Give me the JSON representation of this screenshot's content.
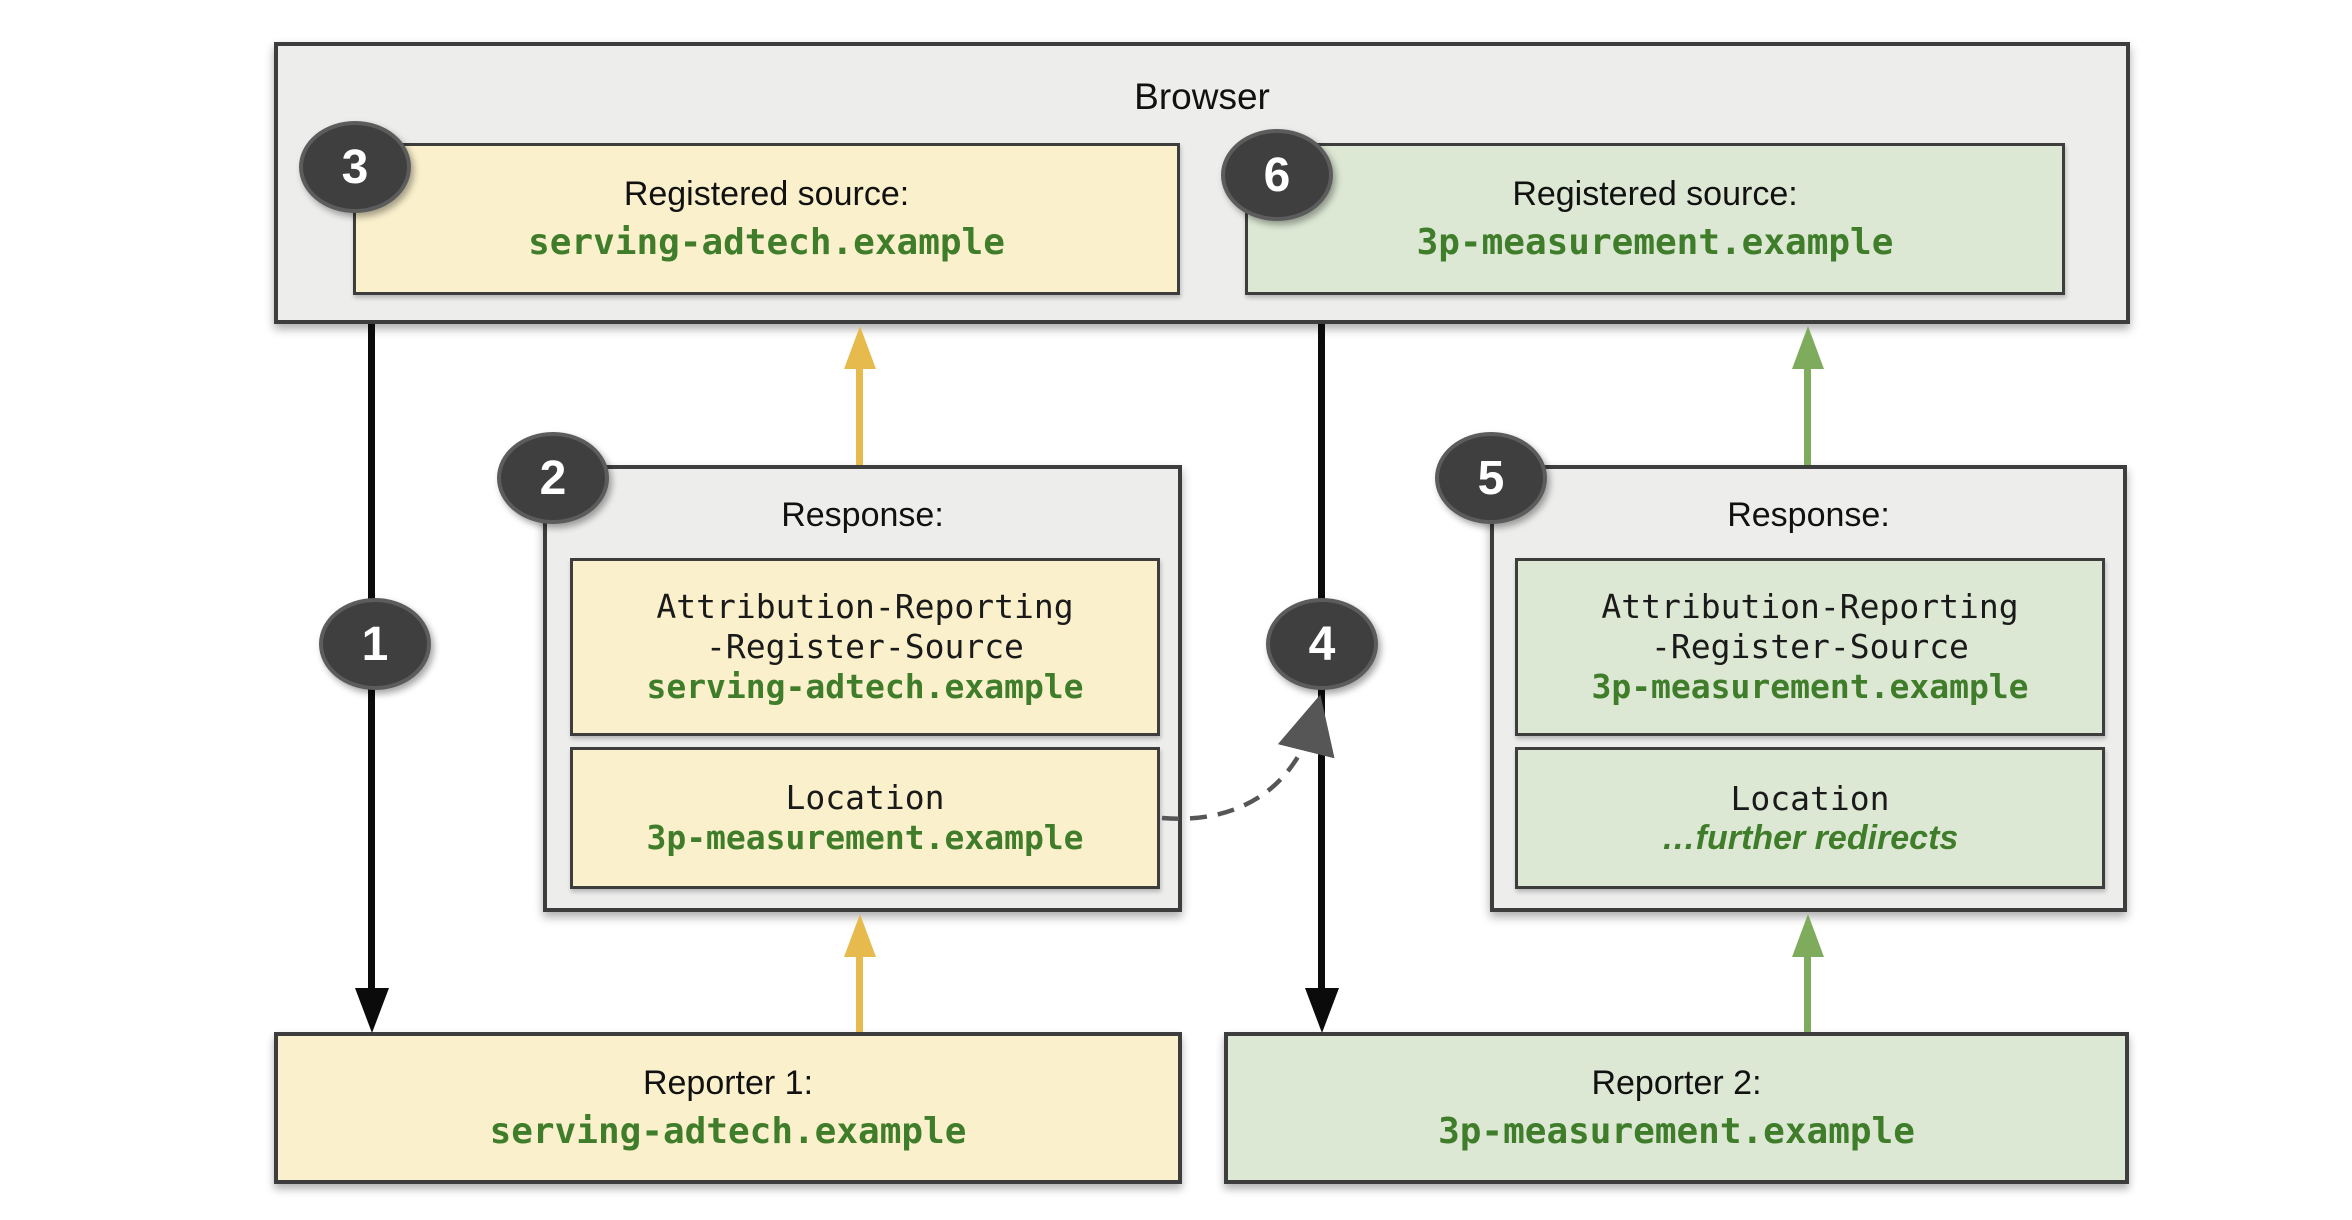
{
  "browser": {
    "title": "Browser"
  },
  "sources": [
    {
      "badge": "3",
      "label": "Registered source:",
      "value": "serving-adtech.example"
    },
    {
      "badge": "6",
      "label": "Registered source:",
      "value": "3p-measurement.example"
    }
  ],
  "steps": {
    "one": "1",
    "four": "4"
  },
  "responses": [
    {
      "badge": "2",
      "title": "Response:",
      "header_line1": "Attribution-Reporting",
      "header_line2": "-Register-Source",
      "header_value": "serving-adtech.example",
      "location_label": "Location",
      "location_value": "3p-measurement.example"
    },
    {
      "badge": "5",
      "title": "Response:",
      "header_line1": "Attribution-Reporting",
      "header_line2": "-Register-Source",
      "header_value": "3p-measurement.example",
      "location_label": "Location",
      "location_value": "…further redirects"
    }
  ],
  "reporters": [
    {
      "label": "Reporter 1:",
      "value": "serving-adtech.example"
    },
    {
      "label": "Reporter 2:",
      "value": "3p-measurement.example"
    }
  ],
  "colors": {
    "yellow_fill": "#faf0cc",
    "green_fill": "#dce8d4",
    "gray_fill": "#ededec",
    "box_border": "#3d3d3d",
    "green_text": "#3f7d2b",
    "yellow_arrow": "#e7ba4e",
    "green_arrow": "#7fac5c",
    "black_arrow": "#0b0b0b",
    "dashed_arrow": "#565656",
    "badge_fill": "#3f3f3f"
  }
}
